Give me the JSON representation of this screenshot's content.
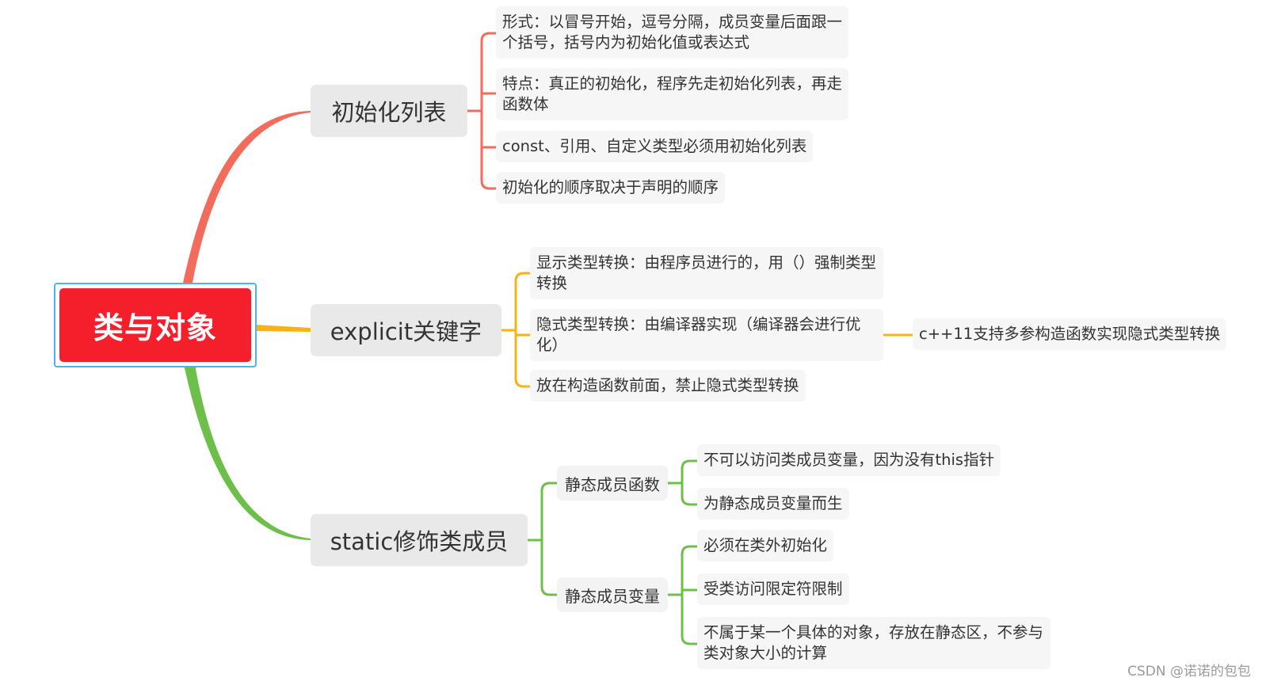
{
  "root": {
    "label": "类与对象"
  },
  "branches": {
    "init_list": {
      "label": "初始化列表",
      "color": "#f26b5b",
      "items": [
        "形式：以冒号开始，逗号分隔，成员变量后面跟一个括号，括号内为初始化值或表达式",
        "特点：真正的初始化，程序先走初始化列表，再走函数体",
        "const、引用、自定义类型必须用初始化列表",
        "初始化的顺序取决于声明的顺序"
      ]
    },
    "explicit": {
      "label": "explicit关键字",
      "color": "#f7b215",
      "items": [
        "显示类型转换：由程序员进行的，用（）强制类型转换",
        "隐式类型转换：由编译器实现（编译器会进行优化）",
        "放在构造函数前面，禁止隐式类型转换"
      ],
      "extra": "c++11支持多参构造函数实现隐式类型转换"
    },
    "static": {
      "label": "static修饰类成员",
      "color": "#6cc04a",
      "groups": [
        {
          "label": "静态成员函数",
          "items": [
            "不可以访问类成员变量，因为没有this指针",
            "为静态成员变量而生"
          ]
        },
        {
          "label": "静态成员变量",
          "items": [
            "必须在类外初始化",
            "受类访问限定符限制",
            "不属于某一个具体的对象，存放在静态区，不参与类对象大小的计算"
          ]
        }
      ]
    }
  },
  "watermark": "CSDN @诺诺的包包"
}
